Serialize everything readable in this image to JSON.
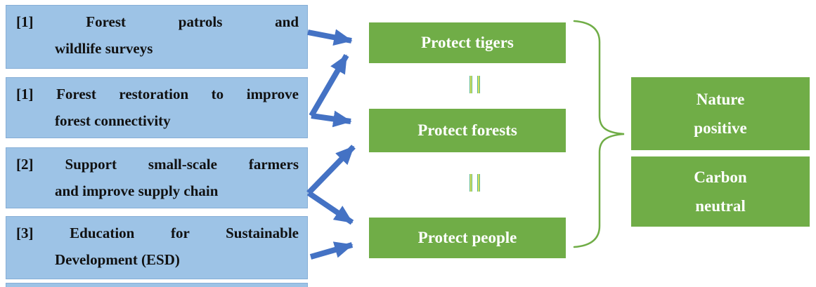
{
  "colors": {
    "blue_box": "#9DC3E6",
    "green_box": "#70AD47",
    "arrow": "#4472C4",
    "brace": "#70AD47",
    "equals_core": "#D8DE5A",
    "equals_edge": "#5CB98C",
    "text_dark": "#111111",
    "text_light": "#FFFFFF"
  },
  "left_column": {
    "items": [
      {
        "marker": "[1]",
        "lines": [
          "Forest patrols and",
          "wildlife surveys"
        ]
      },
      {
        "marker": "[1]",
        "lines": [
          "Forest restoration to improve",
          "forest connectivity"
        ]
      },
      {
        "marker": "[2]",
        "lines": [
          "Support small-scale farmers",
          "and improve supply chain"
        ]
      },
      {
        "marker": "[3]",
        "lines": [
          "Education for Sustainable",
          "Development (ESD)"
        ]
      }
    ]
  },
  "middle_column": {
    "boxes": [
      {
        "label": "Protect tigers"
      },
      {
        "label": "Protect forests"
      },
      {
        "label": "Protect people"
      }
    ],
    "equivalences": [
      [
        "Protect tigers",
        "Protect forests"
      ],
      [
        "Protect forests",
        "Protect people"
      ]
    ]
  },
  "right_column": {
    "boxes": [
      {
        "lines": [
          "Nature",
          "positive"
        ]
      },
      {
        "lines": [
          "Carbon",
          "neutral"
        ]
      }
    ]
  },
  "connections": [
    {
      "from": "[1] Forest patrols and wildlife surveys",
      "to": "Protect tigers"
    },
    {
      "from": "[1] Forest restoration to improve forest connectivity",
      "to": "Protect tigers"
    },
    {
      "from": "[1] Forest restoration to improve forest connectivity",
      "to": "Protect forests"
    },
    {
      "from": "[2] Support small-scale farmers and improve supply chain",
      "to": "Protect forests"
    },
    {
      "from": "[2] Support small-scale farmers and improve supply chain",
      "to": "Protect people"
    },
    {
      "from": "[3] Education for Sustainable Development (ESD)",
      "to": "Protect people"
    }
  ],
  "grouping": {
    "members": [
      "Protect tigers",
      "Protect forests",
      "Protect people"
    ],
    "outcomes": [
      "Nature positive",
      "Carbon neutral"
    ]
  }
}
